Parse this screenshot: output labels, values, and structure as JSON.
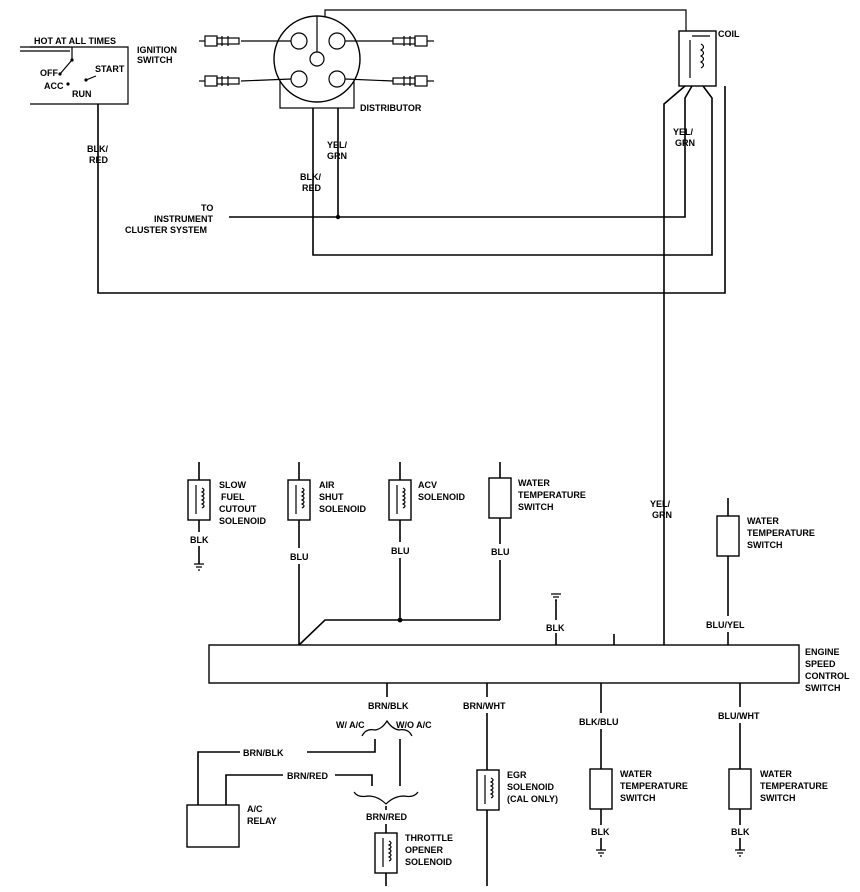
{
  "ignition": {
    "hot": "HOT AT ALL TIMES",
    "title_l1": "IGNITION",
    "title_l2": "SWITCH",
    "off": "OFF",
    "acc": "ACC",
    "run": "RUN",
    "start": "START"
  },
  "distributor": {
    "label": "DISTRIBUTOR"
  },
  "coil": {
    "label": "COIL"
  },
  "wires": {
    "blk_red_l1": "BLK/",
    "blk_red_l2": "RED",
    "yel_grn_l1": "YEL/",
    "yel_grn_l2": "GRN",
    "yel_grn_low_l1": "YEL/",
    "yel_grn_low_l2": "GRN",
    "blk": "BLK",
    "blu": "BLU",
    "blu_yel": "BLU/YEL",
    "brn_blk": "BRN/BLK",
    "brn_red": "BRN/RED",
    "brn_wht": "BRN/WHT",
    "blk_blu": "BLK/BLU",
    "blu_wht": "BLU/WHT",
    "with_ac": "W/  A/C",
    "without_ac": "W/O  A/C"
  },
  "instrument": {
    "l1": "TO",
    "l2": "INSTRUMENT",
    "l3": "CLUSTER SYSTEM"
  },
  "components": {
    "slow_fuel": [
      "SLOW",
      "FUEL",
      "CUTOUT",
      "SOLENOID"
    ],
    "air_shut": [
      "AIR",
      "SHUT",
      "SOLENOID"
    ],
    "acv": [
      "ACV",
      "SOLENOID"
    ],
    "water_temp": [
      "WATER",
      "TEMPERATURE",
      "SWITCH"
    ],
    "engine_speed": [
      "ENGINE",
      "SPEED",
      "CONTROL",
      "SWITCH"
    ],
    "ac_relay": [
      "A/C",
      "RELAY"
    ],
    "egr": [
      "EGR",
      "SOLENOID",
      "(CAL ONLY)"
    ],
    "throttle": [
      "THROTTLE",
      "OPENER",
      "SOLENOID"
    ]
  }
}
